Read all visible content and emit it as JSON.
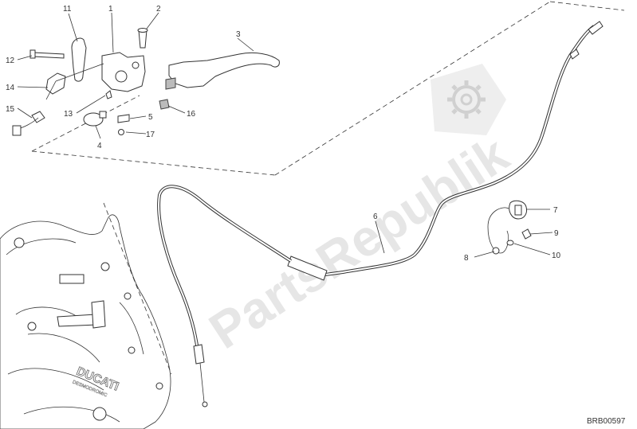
{
  "watermark": {
    "text": "PartsRepublik"
  },
  "reference_code": "BRB00597",
  "engine_cover": {
    "brand_text": "DUCATI",
    "sub_text": "DESMODROMIC"
  },
  "labels": [
    {
      "id": "1",
      "text": "1"
    },
    {
      "id": "2",
      "text": "2"
    },
    {
      "id": "3",
      "text": "3"
    },
    {
      "id": "4",
      "text": "4"
    },
    {
      "id": "5",
      "text": "5"
    },
    {
      "id": "6",
      "text": "6"
    },
    {
      "id": "7",
      "text": "7"
    },
    {
      "id": "8",
      "text": "8"
    },
    {
      "id": "9",
      "text": "9"
    },
    {
      "id": "10",
      "text": "10"
    },
    {
      "id": "11",
      "text": "11"
    },
    {
      "id": "12",
      "text": "12"
    },
    {
      "id": "13",
      "text": "13"
    },
    {
      "id": "14",
      "text": "14"
    },
    {
      "id": "15",
      "text": "15"
    },
    {
      "id": "16",
      "text": "16"
    },
    {
      "id": "17",
      "text": "17"
    }
  ]
}
